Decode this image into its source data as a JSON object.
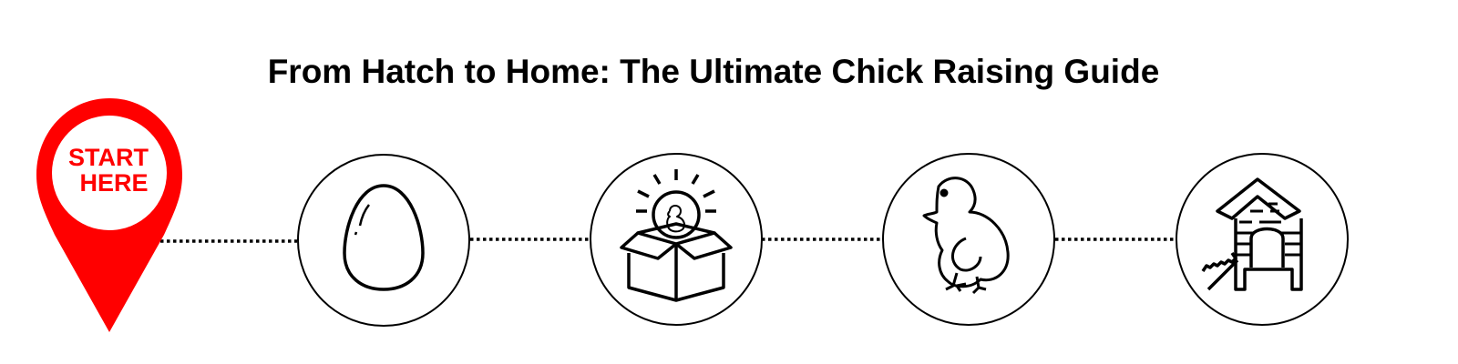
{
  "title": "From Hatch to Home: The Ultimate Chick Raising Guide",
  "start_pin": {
    "line1": "START",
    "line2": "HERE",
    "color": "#ff0000"
  },
  "steps": [
    {
      "icon": "egg-icon"
    },
    {
      "icon": "chick-in-box-icon"
    },
    {
      "icon": "chick-icon"
    },
    {
      "icon": "chicken-coop-icon"
    }
  ]
}
